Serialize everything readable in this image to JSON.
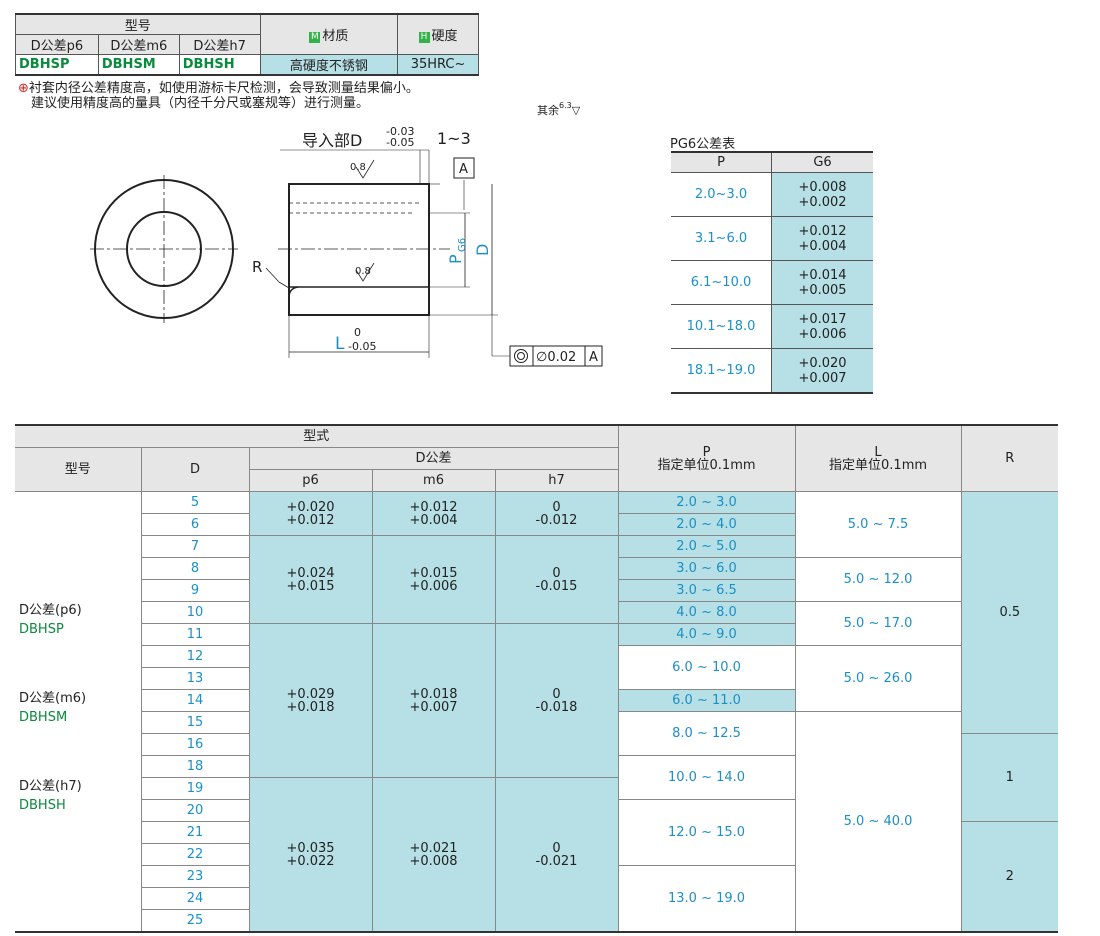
{
  "spec_table": {
    "model_header": "型号",
    "tol_headers": [
      "D公差p6",
      "D公差m6",
      "D公差h7"
    ],
    "material_badge": "M",
    "material_header": "材质",
    "hardness_badge": "H",
    "hardness_header": "硬度",
    "models": [
      "DBHSP",
      "DBHSM",
      "DBHSH"
    ],
    "material": "高硬度不锈钢",
    "hardness": "35HRC~"
  },
  "notes": {
    "line1": "衬套内径公差精度高，如使用游标卡尺检测，会导致测量结果偏小。",
    "line2": "建议使用精度高的量具（内径千分尺或塞规等）进行测量。",
    "roughness_other": "其余",
    "roughness_other_value": "6.3"
  },
  "drawing": {
    "lead_label": "导入部D",
    "lead_tol_upper": "-0.03",
    "lead_tol_lower": "-0.05",
    "lead_len": "1~3",
    "datum": "A",
    "rough_top": "0.8",
    "rough_bottom": "0.8",
    "r_label": "R",
    "p_label": "P",
    "p_sub": "G6",
    "d_label": "D",
    "l_label": "L",
    "l_tol_upper": "0",
    "l_tol_lower": "-0.05",
    "concentricity": "∅0.02",
    "concentricity_datum": "A"
  },
  "pg6_table": {
    "title": "PG6公差表",
    "col_p": "P",
    "col_g6": "G6",
    "rows": [
      {
        "range": "2.0~3.0",
        "upper": "+0.008",
        "lower": "+0.002"
      },
      {
        "range": "3.1~6.0",
        "upper": "+0.012",
        "lower": "+0.004"
      },
      {
        "range": "6.1~10.0",
        "upper": "+0.014",
        "lower": "+0.005"
      },
      {
        "range": "10.1~18.0",
        "upper": "+0.017",
        "lower": "+0.006"
      },
      {
        "range": "18.1~19.0",
        "upper": "+0.020",
        "lower": "+0.007"
      }
    ]
  },
  "main_table": {
    "type_header": "型式",
    "model_header": "型号",
    "d_header": "D",
    "dtol_header": "D公差",
    "p6": "p6",
    "m6": "m6",
    "h7": "h7",
    "p_header": "P",
    "p_unit": "指定单位0.1mm",
    "l_header": "L",
    "l_unit": "指定单位0.1mm",
    "r_header": "R",
    "models": [
      {
        "tol": "D公差(p6)",
        "code": "DBHSP"
      },
      {
        "tol": "D公差(m6)",
        "code": "DBHSM"
      },
      {
        "tol": "D公差(h7)",
        "code": "DBHSH"
      }
    ],
    "d_values": [
      "5",
      "6",
      "7",
      "8",
      "9",
      "10",
      "11",
      "12",
      "13",
      "14",
      "15",
      "16",
      "18",
      "19",
      "20",
      "21",
      "22",
      "23",
      "24",
      "25"
    ],
    "tol_groups": [
      {
        "p6u": "+0.020",
        "p6l": "+0.012",
        "m6u": "+0.012",
        "m6l": "+0.004",
        "h7u": "0",
        "h7l": "-0.012"
      },
      {
        "p6u": "+0.024",
        "p6l": "+0.015",
        "m6u": "+0.015",
        "m6l": "+0.006",
        "h7u": "0",
        "h7l": "-0.015"
      },
      {
        "p6u": "+0.029",
        "p6l": "+0.018",
        "m6u": "+0.018",
        "m6l": "+0.007",
        "h7u": "0",
        "h7l": "-0.018"
      },
      {
        "p6u": "+0.035",
        "p6l": "+0.022",
        "m6u": "+0.021",
        "m6l": "+0.008",
        "h7u": "0",
        "h7l": "-0.021"
      }
    ],
    "p_ranges": [
      "2.0 ~ 3.0",
      "2.0 ~ 4.0",
      "2.0 ~ 5.0",
      "3.0 ~ 6.0",
      "3.0 ~ 6.5",
      "4.0 ~ 8.0",
      "4.0 ~ 9.0",
      "6.0 ~ 10.0",
      "6.0 ~ 11.0",
      "8.0 ~ 12.5",
      "10.0 ~ 14.0",
      "12.0 ~ 15.0",
      "13.0 ~ 19.0"
    ],
    "l_ranges": [
      "5.0 ~ 7.5",
      "5.0 ~ 12.0",
      "5.0 ~ 17.0",
      "5.0 ~ 26.0",
      "5.0 ~ 40.0"
    ],
    "r_values": [
      "0.5",
      "1",
      "2"
    ]
  }
}
